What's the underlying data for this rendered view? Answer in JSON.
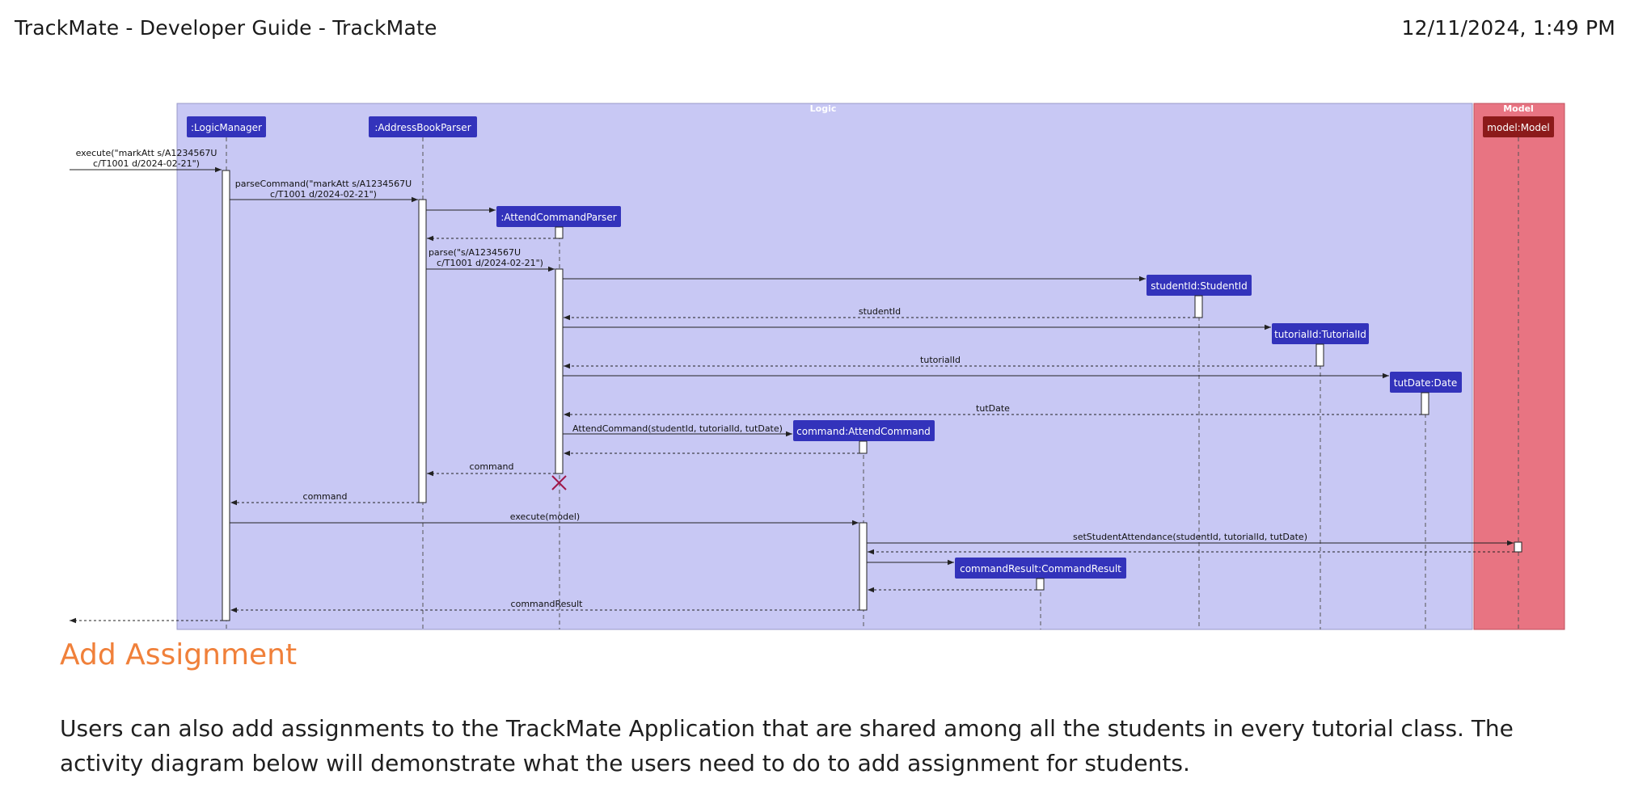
{
  "header": {
    "title": "TrackMate - Developer Guide - TrackMate",
    "timestamp": "12/11/2024, 1:49 PM"
  },
  "diagram": {
    "boxes": {
      "logic": "Logic",
      "model": "Model"
    },
    "participants": {
      "logic_manager": ":LogicManager",
      "address_book_parser": ":AddressBookParser",
      "attend_command_parser": ":AttendCommandParser",
      "student_id": "studentId:StudentId",
      "tutorial_id": "tutorialId:TutorialId",
      "tut_date": "tutDate:Date",
      "command": "command:AttendCommand",
      "command_result": "commandResult:CommandResult",
      "model": "model:Model"
    },
    "messages": {
      "execute_l1": "execute(\"markAtt s/A1234567U",
      "execute_l2": "c/T1001 d/2024-02-21\")",
      "parse_command_l1": "parseCommand(\"markAtt s/A1234567U",
      "parse_command_l2": "c/T1001 d/2024-02-21\")",
      "parse_l1": "parse(\"s/A1234567U",
      "parse_l2": "c/T1001 d/2024-02-21\")",
      "student_id": "studentId",
      "tutorial_id": "tutorialId",
      "tut_date": "tutDate",
      "attend_command": "AttendCommand(studentId, tutorialId, tutDate)",
      "command_return_1": "command",
      "command_return_2": "command",
      "execute_model": "execute(model)",
      "set_attendance": "setStudentAttendance(studentId, tutorialId, tutDate)",
      "command_result": "commandResult"
    },
    "colors": {
      "logic_box": "#c8c8f4",
      "model_box": "#e87482",
      "participant": "#3333bb",
      "model_participant": "#8c1a1a",
      "destroy_mark": "#a0184a"
    }
  },
  "section": {
    "title": "Add Assignment",
    "body": "Users can also add assignments to the TrackMate Application that are shared among all the students in every tutorial class. The activity diagram below will demonstrate what the users need to do to add assignment for students."
  }
}
